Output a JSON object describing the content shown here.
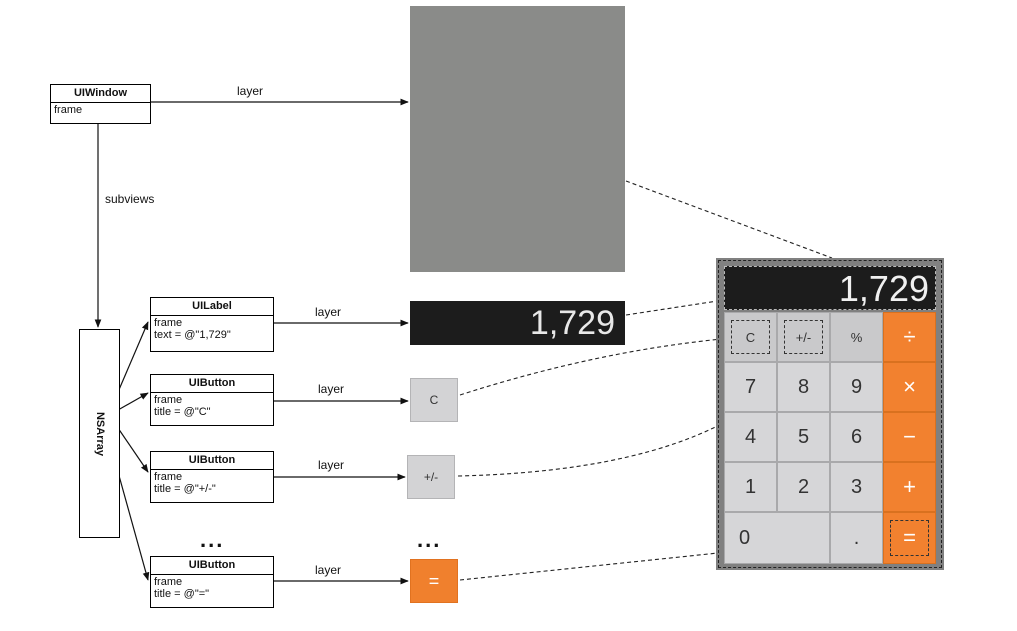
{
  "window_obj": {
    "title": "UIWindow",
    "props": [
      "frame"
    ]
  },
  "label_obj": {
    "title": "UILabel",
    "props": [
      "frame",
      "text = @\"1,729\""
    ]
  },
  "button_c_obj": {
    "title": "UIButton",
    "props": [
      "frame",
      "title = @\"C\""
    ]
  },
  "button_pm_obj": {
    "title": "UIButton",
    "props": [
      "frame",
      "title = @\"+/-\""
    ]
  },
  "button_eq_obj": {
    "title": "UIButton",
    "props": [
      "frame",
      "title = @\"=\""
    ]
  },
  "nsarray": "NSArray",
  "edge_labels": {
    "window_layer": "layer",
    "subviews": "subviews",
    "label_layer": "layer",
    "c_layer": "layer",
    "pm_layer": "layer",
    "eq_layer": "layer"
  },
  "ellipsis": "...",
  "layers": {
    "display_text": "1,729",
    "c": "C",
    "pm": "+/-",
    "eq": "="
  },
  "calculator": {
    "display": "1,729",
    "keys": [
      [
        "C",
        "+/-",
        "%",
        "÷"
      ],
      [
        "7",
        "8",
        "9",
        "×"
      ],
      [
        "4",
        "5",
        "6",
        "−"
      ],
      [
        "1",
        "2",
        "3",
        "+"
      ],
      [
        "0",
        ".",
        "="
      ]
    ]
  },
  "colors": {
    "window_layer": "#8a8b89",
    "display": "#1c1c1c",
    "key": "#d6d6d8",
    "operator": "#f2812f",
    "calc_border": "#808080"
  }
}
